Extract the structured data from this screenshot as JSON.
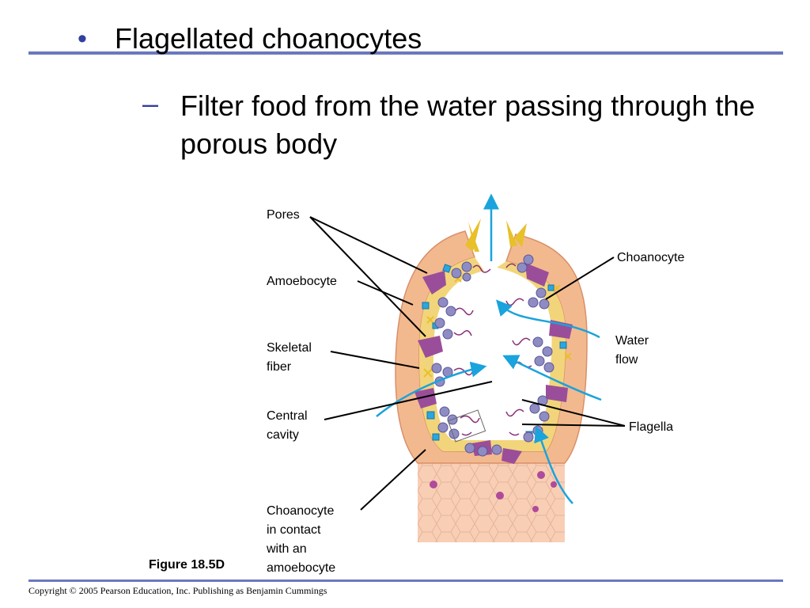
{
  "slide": {
    "bullet": "Flagellated choanocytes",
    "sub_bullet": "Filter food from the water passing through the porous body",
    "figure_caption": "Figure 18.5D",
    "copyright": "Copyright © 2005 Pearson Education, Inc. Publishing as Benjamin Cummings"
  },
  "labels": {
    "pores": "Pores",
    "amoebocyte": "Amoebocyte",
    "skeletal_fiber_1": "Skeletal",
    "skeletal_fiber_2": "fiber",
    "central_cavity_1": "Central",
    "central_cavity_2": "cavity",
    "contact_1": "Choanocyte",
    "contact_2": "in contact",
    "contact_3": "with an",
    "contact_4": "amoebocyte",
    "choanocyte": "Choanocyte",
    "water_flow_1": "Water",
    "water_flow_2": "flow",
    "flagella": "Flagella"
  },
  "colors": {
    "rule": "#6b78bf",
    "bullet_marker": "#3340a0",
    "body_wall": "#f3b98e",
    "mesohyl": "#f2d57a",
    "collar_cell": "#9a4e9a",
    "water_arrow": "#1aa3dc"
  }
}
